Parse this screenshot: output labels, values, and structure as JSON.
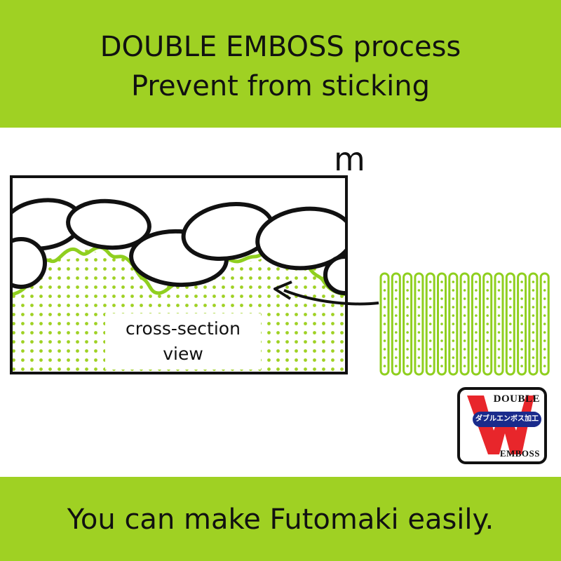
{
  "header": {
    "line1": "DOUBLE EMBOSS process",
    "line2": "Prevent from sticking"
  },
  "diagram": {
    "unit_label": "m",
    "cross_section_label_line1": "cross-section",
    "cross_section_label_line2": "view"
  },
  "logo": {
    "top_text": "DOUBLE",
    "middle_text": "ダブルエンボス加工",
    "bottom_text": "EMBOSS",
    "initial": "W"
  },
  "footer": {
    "text": "You can make Futomaki easily."
  },
  "colors": {
    "band_green": "#9fd123",
    "line_green": "#8fcf1f",
    "logo_red": "#e8262b",
    "logo_navy": "#1a2b8c",
    "outline": "#111111"
  }
}
